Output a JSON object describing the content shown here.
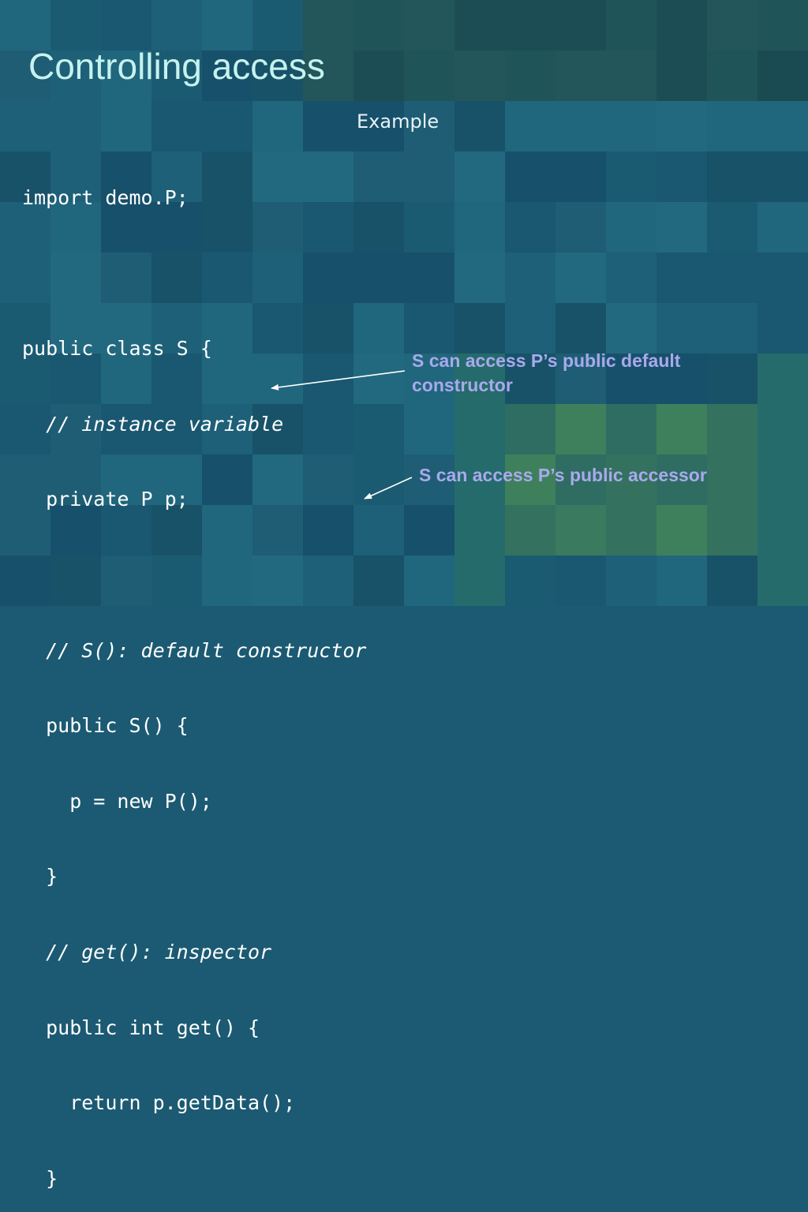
{
  "slide": {
    "title": "Controlling access",
    "subtitle": "Example"
  },
  "code_lines": [
    "import demo.P;",
    "",
    "public class S {",
    "  // instance variable",
    "  private P p;",
    "",
    "  // S(): default constructor",
    "  public S() {",
    "    p = new P();",
    "  }",
    "  // get(): inspector",
    "  public int get() {",
    "    return p.getData();",
    "  }"
  ],
  "annotations": {
    "constructor_note_line1": "S can access P’s public default",
    "constructor_note_line2": "constructor",
    "accessor_note": "S can access P’s public accessor"
  },
  "colors": {
    "title": "#c6f2ee",
    "annotation": "#a9a9ec",
    "code": "#ffffff"
  }
}
